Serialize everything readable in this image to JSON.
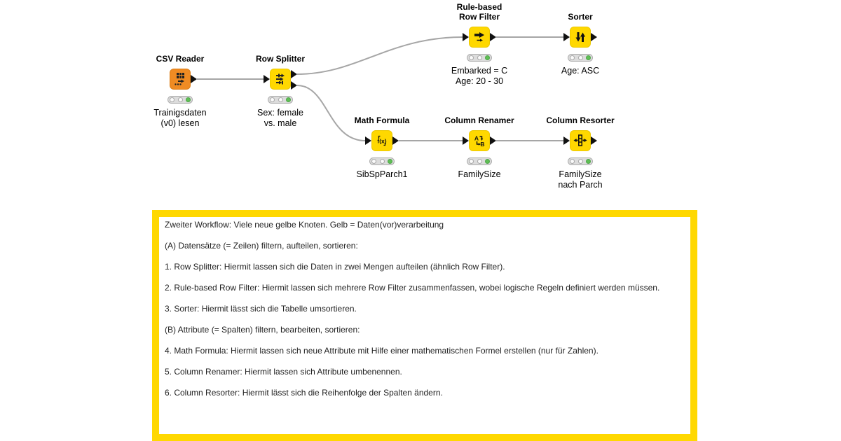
{
  "workflow": {
    "nodes": [
      {
        "id": "csv-reader",
        "title_lines": [
          "CSV Reader"
        ],
        "label_lines": [
          "Trainigsdaten",
          "(v0) lesen"
        ],
        "icon": "csv-reader-icon",
        "node_color": "#EF8B23",
        "status": "executed"
      },
      {
        "id": "row-splitter",
        "title_lines": [
          "Row Splitter"
        ],
        "label_lines": [
          "Sex: female",
          "vs. male"
        ],
        "icon": "row-splitter-icon",
        "node_color": "#FFD800",
        "status": "executed"
      },
      {
        "id": "rule-based-row-filter",
        "title_lines": [
          "Rule-based",
          "Row Filter"
        ],
        "label_lines": [
          "Embarked = C",
          "Age: 20 - 30"
        ],
        "icon": "rule-based-row-filter-icon",
        "node_color": "#FFD800",
        "status": "executed"
      },
      {
        "id": "sorter",
        "title_lines": [
          "Sorter"
        ],
        "label_lines": [
          "Age: ASC"
        ],
        "icon": "sorter-icon",
        "node_color": "#FFD800",
        "status": "executed"
      },
      {
        "id": "math-formula",
        "title_lines": [
          "Math Formula"
        ],
        "label_lines": [
          "SibSpParch1"
        ],
        "icon": "math-formula-icon",
        "node_color": "#FFD800",
        "status": "executed"
      },
      {
        "id": "column-renamer",
        "title_lines": [
          "Column Renamer"
        ],
        "label_lines": [
          "FamilySize"
        ],
        "icon": "column-renamer-icon",
        "node_color": "#FFD800",
        "status": "executed"
      },
      {
        "id": "column-resorter",
        "title_lines": [
          "Column Resorter"
        ],
        "label_lines": [
          "FamilySize",
          "nach Parch"
        ],
        "icon": "column-resorter-icon",
        "node_color": "#FFD800",
        "status": "executed"
      }
    ]
  },
  "icons": {
    "math_formula_text": "f(x)",
    "column_renamer_letter_a": "A",
    "column_renamer_letter_b": "B",
    "status_indicator": "traffic-light",
    "port": "right-triangle"
  },
  "annotation": {
    "lines": [
      "Zweiter Workflow: Viele neue gelbe Knoten. Gelb = Daten(vor)verarbeitung",
      "(A) Datensätze (= Zeilen) filtern, aufteilen, sortieren:",
      "1. Row Splitter: Hiermit lassen sich die Daten in zwei Mengen aufteilen (ähnlich Row Filter).",
      "2. Rule-based Row Filter: Hiermit lassen sich mehrere Row Filter zusammenfassen, wobei logische Regeln definiert werden müssen.",
      "3. Sorter: Hiermit lässt sich die Tabelle umsortieren.",
      "(B) Attribute (= Spalten) filtern, bearbeiten, sortieren:",
      "4. Math Formula: Hiermit lassen sich neue Attribute mit Hilfe einer mathematischen Formel erstellen (nur für Zahlen).",
      "5. Column Renamer: Hiermit lassen sich Attribute umbenennen.",
      "6. Column Resorter: Hiermit lässt sich die Reihenfolge der Spalten ändern."
    ]
  },
  "colors": {
    "node_yellow": "#FFD800",
    "node_orange": "#EF8B23",
    "status_green": "#5FBF55",
    "connection_gray": "#A6A6A6",
    "annotation_border": "#FFD800",
    "port_black": "#111111",
    "background": "#FFFFFF"
  }
}
